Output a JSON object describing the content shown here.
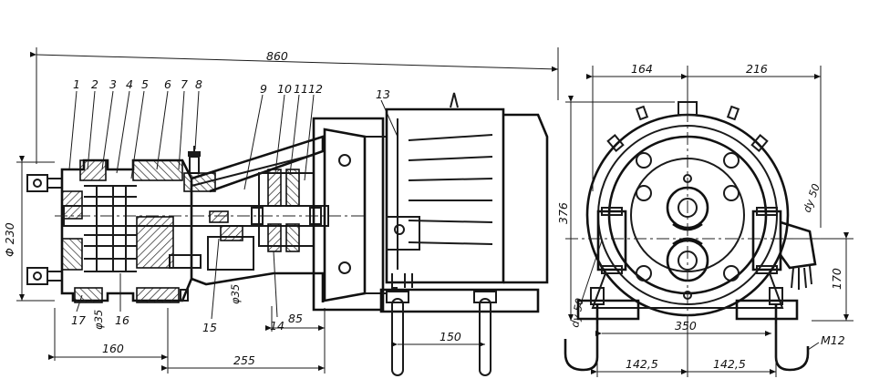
{
  "dimensions": {
    "overall_length": "860",
    "diameter_body": "Φ 230",
    "length_pump": "160",
    "length_bracket": "255",
    "length_85": "85",
    "width_motor_feet": "150",
    "diameter_35_a": "φ35",
    "diameter_35_b": "φ35",
    "end_left_164": "164",
    "end_right_216": "216",
    "height_376": "376",
    "height_170": "170",
    "base_350": "350",
    "half_base_left": "142,5",
    "half_base_right": "142,5",
    "thread_m12": "M12",
    "nozzle_du50_a": "dy 50",
    "nozzle_du50_b": "dy 50"
  },
  "part_numbers": [
    "1",
    "2",
    "3",
    "4",
    "5",
    "6",
    "7",
    "8",
    "9",
    "10",
    "11",
    "12",
    "13",
    "14",
    "15",
    "16",
    "17"
  ]
}
